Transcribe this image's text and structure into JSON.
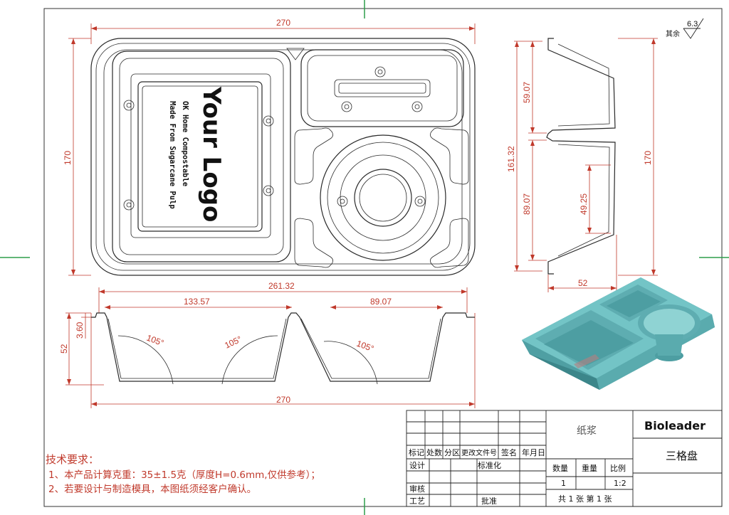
{
  "dimensions": {
    "top_width": "270",
    "top_height": "170",
    "section_width": "261.32",
    "section_left_width": "133.57",
    "section_right_width": "89.07",
    "section_bottom_width": "270",
    "section_lip": "3.60",
    "section_depth": "52",
    "angle_1": "105°",
    "angle_2": "105°",
    "angle_3": "105°",
    "side_upper": "59.07",
    "side_lower": "89.07",
    "side_total": "161.32",
    "side_inner": "49.25",
    "side_height": "170",
    "side_depth": "52"
  },
  "logo": {
    "main": "Your Logo",
    "line1": "OK Home Compostable",
    "line2": "Made From Sugarcane Pulp"
  },
  "roughness": {
    "value": "6.3",
    "label": "其余"
  },
  "requirements": {
    "title": "技术要求：",
    "item1": "1、本产品计算克重：35±1.5克（厚度H=0.6mm,仅供参考）；",
    "item2": "2、若要设计与制造模具，本图纸须经客户确认。"
  },
  "title_block": {
    "material": "纸浆",
    "company": "Bioleader",
    "product_name": "三格盘",
    "header_cells": [
      "标记",
      "处数",
      "分区",
      "更改文件号",
      "签名",
      "年月日"
    ],
    "design": "设计",
    "standardize": "标准化",
    "review": "审核",
    "process": "工艺",
    "approve": "批准",
    "qty_label": "数量",
    "weight_label": "重量",
    "scale_label": "比例",
    "qty_value": "1",
    "scale_value": "1:2",
    "sheet_info": "共 1 张 第 1 张"
  },
  "colors": {
    "dimension": "#c0392b",
    "render_tray": "#5fb3b5",
    "border_mark": "#2e9d4a"
  }
}
